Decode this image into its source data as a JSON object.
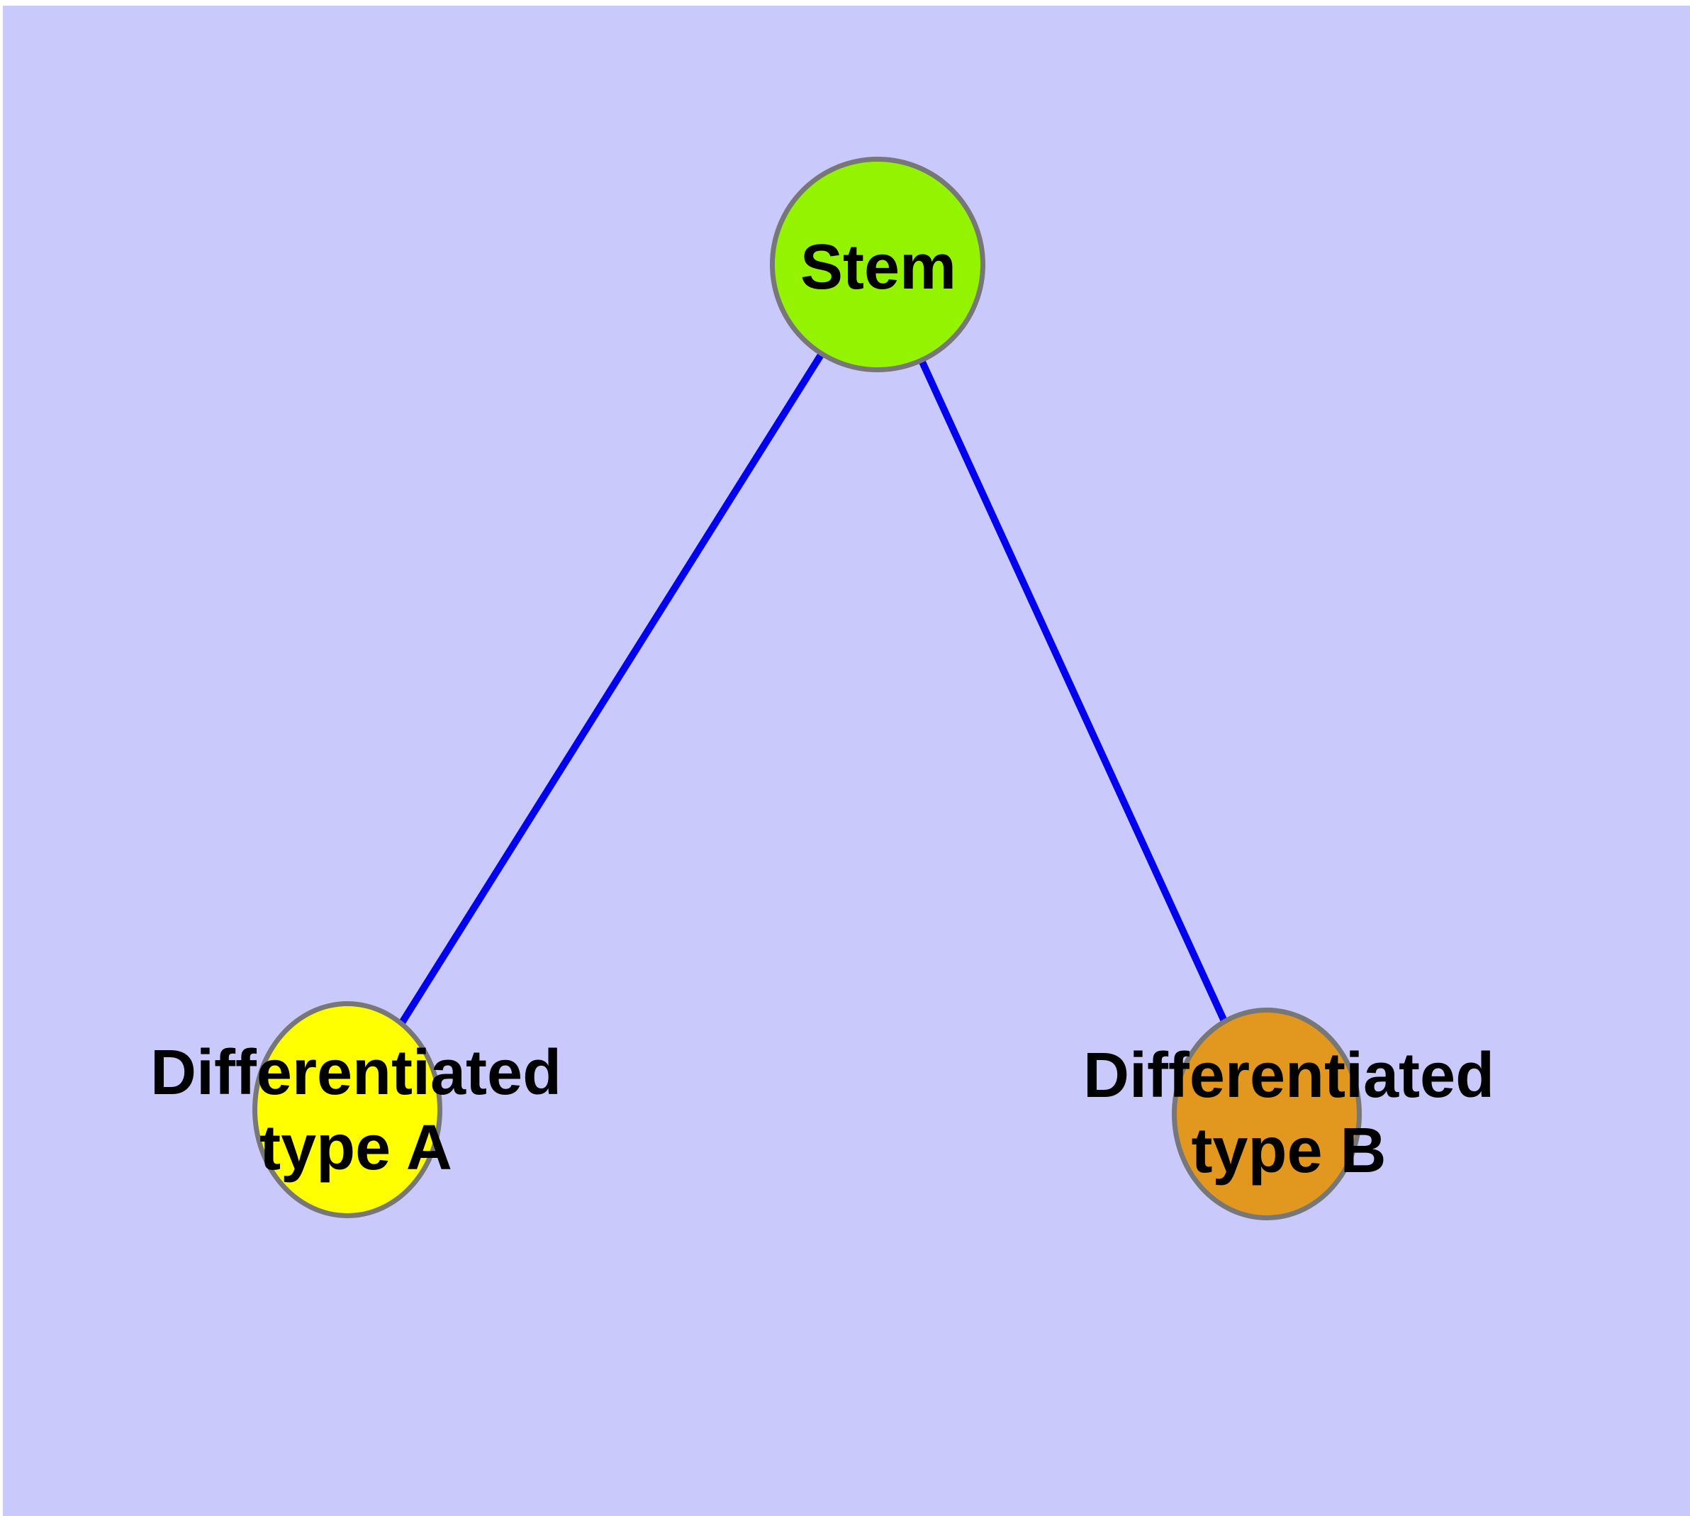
{
  "diagram": {
    "type": "node-link-graph",
    "canvas_background_color": "#c9c9fb",
    "page_margin_color": "#ffffff",
    "edge_color": "#0000ee",
    "node_border_color": "#777777",
    "label_color": "#000000",
    "nodes": [
      {
        "id": "stem",
        "label": "Stem",
        "fill": "#94f400",
        "position": "top-center"
      },
      {
        "id": "diff-a",
        "label": "Differentiated\ntype A",
        "fill": "#ffff00",
        "position": "bottom-left"
      },
      {
        "id": "diff-b",
        "label": "Differentiated\ntype B",
        "fill": "#e2981f",
        "position": "bottom-right"
      }
    ],
    "edges": [
      {
        "from": "stem",
        "to": "diff-a"
      },
      {
        "from": "stem",
        "to": "diff-b"
      }
    ]
  }
}
